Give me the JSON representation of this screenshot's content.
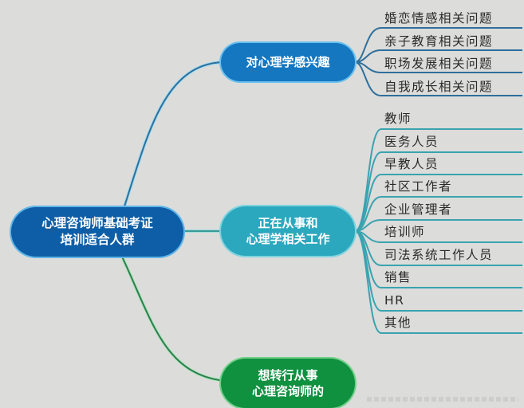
{
  "diagram": {
    "type": "mind-map",
    "background_color": "#dcdcda",
    "root": {
      "label": "心理咨询师基础考证\n培训适合人群",
      "color": "#0d5ea6"
    },
    "branches": [
      {
        "label": "对心理学感兴趣",
        "color": "#1577c0",
        "line_color": "#2e6f9c",
        "children": [
          "婚恋情感相关问题",
          "亲子教育相关问题",
          "职场发展相关问题",
          "自我成长相关问题"
        ]
      },
      {
        "label": "正在从事和\n心理学相关工作",
        "color": "#2ba8be",
        "line_color": "#3aa3b0",
        "children": [
          "教师",
          "医务人员",
          "早教人员",
          "社区工作者",
          "企业管理者",
          "培训师",
          "司法系统工作人员",
          "销售",
          "HR",
          "其他"
        ]
      },
      {
        "label": "想转行从事\n心理咨询师的",
        "color": "#0f9140",
        "line_color": "#2f7d4f",
        "children": []
      }
    ]
  }
}
